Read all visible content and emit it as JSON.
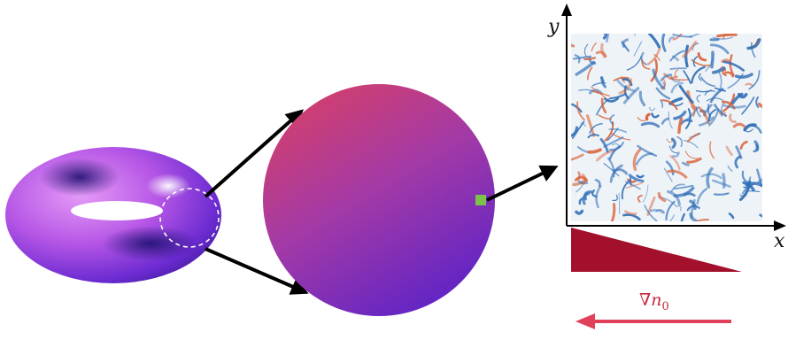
{
  "axes": {
    "x_label": "x",
    "y_label": "y"
  },
  "gradient_label": {
    "symbol": "∇",
    "variable": "n",
    "subscript": "0"
  },
  "colors": {
    "torus_light": "#d27bf0",
    "torus_dark": "#3a1a8f",
    "disk_top": "#d43f6a",
    "disk_bottom": "#5a22c8",
    "marker": "#7cc24a",
    "wedge": "#a3102c",
    "gradient_arrow": "#e0405a",
    "turb_red": "#d9633a",
    "turb_blue": "#2f6eb6"
  }
}
